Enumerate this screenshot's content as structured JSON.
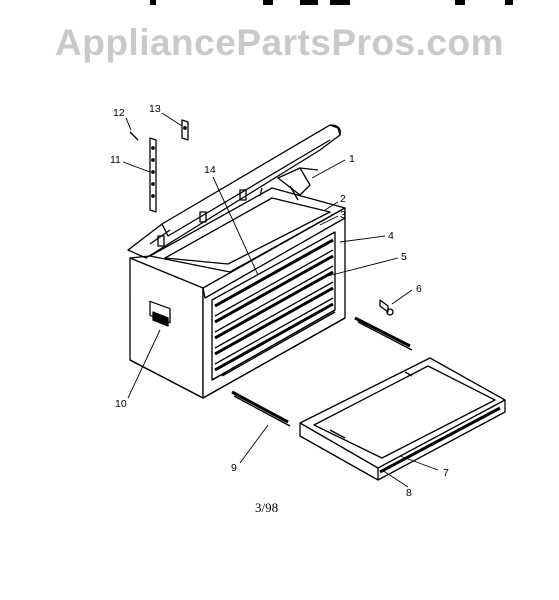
{
  "watermark": "AppliancePartsPros.com",
  "diagram": {
    "date_code": "3/98",
    "callouts": [
      "1",
      "2",
      "3",
      "4",
      "5",
      "6",
      "7",
      "8",
      "9",
      "10",
      "11",
      "12",
      "13",
      "14"
    ]
  }
}
